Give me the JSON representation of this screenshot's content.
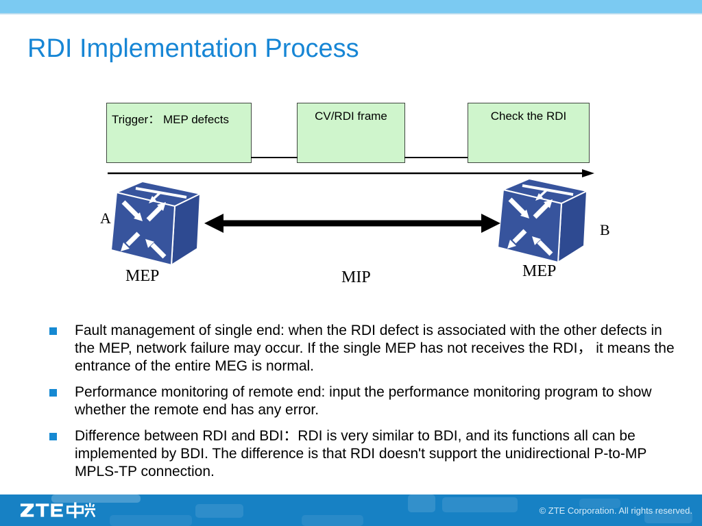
{
  "title": "RDI Implementation Process",
  "flow": {
    "boxes": [
      {
        "label": "Trigger：  MEP defects"
      },
      {
        "label": "CV/RDI frame"
      },
      {
        "label": "Check the RDI"
      }
    ]
  },
  "diagram": {
    "node_a_label": "A",
    "node_b_label": "B",
    "mep_left_label": "MEP",
    "mip_label": "MIP",
    "mep_right_label": "MEP"
  },
  "bullets": [
    {
      "text": "Fault management of single end: when the RDI defect is associated with the other defects in the MEP, network failure may occur. If the single MEP has not receives the RDI， it means the entrance of the entire MEG is normal."
    },
    {
      "text": "Performance monitoring of remote end: input the performance monitoring program to show whether the remote end has any error."
    },
    {
      "text": "Difference between RDI and BDI：RDI is very similar to BDI, and its functions all can be implemented by BDI. The difference is that RDI doesn't support the unidirectional P-to-MP MPLS-TP connection."
    }
  ],
  "footer": {
    "logo_text": "ZTE中兴",
    "copyright": "© ZTE Corporation. All rights reserved."
  },
  "colors": {
    "top_bar": "#7BCAF2",
    "title": "#1786D5",
    "flow_box_fill": "#CFF5CC",
    "flow_box_border": "#3F463F",
    "router_blue": "#37549D",
    "router_blue_dark": "#2E4A91",
    "bullet_marker": "#1689D2",
    "footer_bar": "#1781C4",
    "arrow": "#000000"
  }
}
